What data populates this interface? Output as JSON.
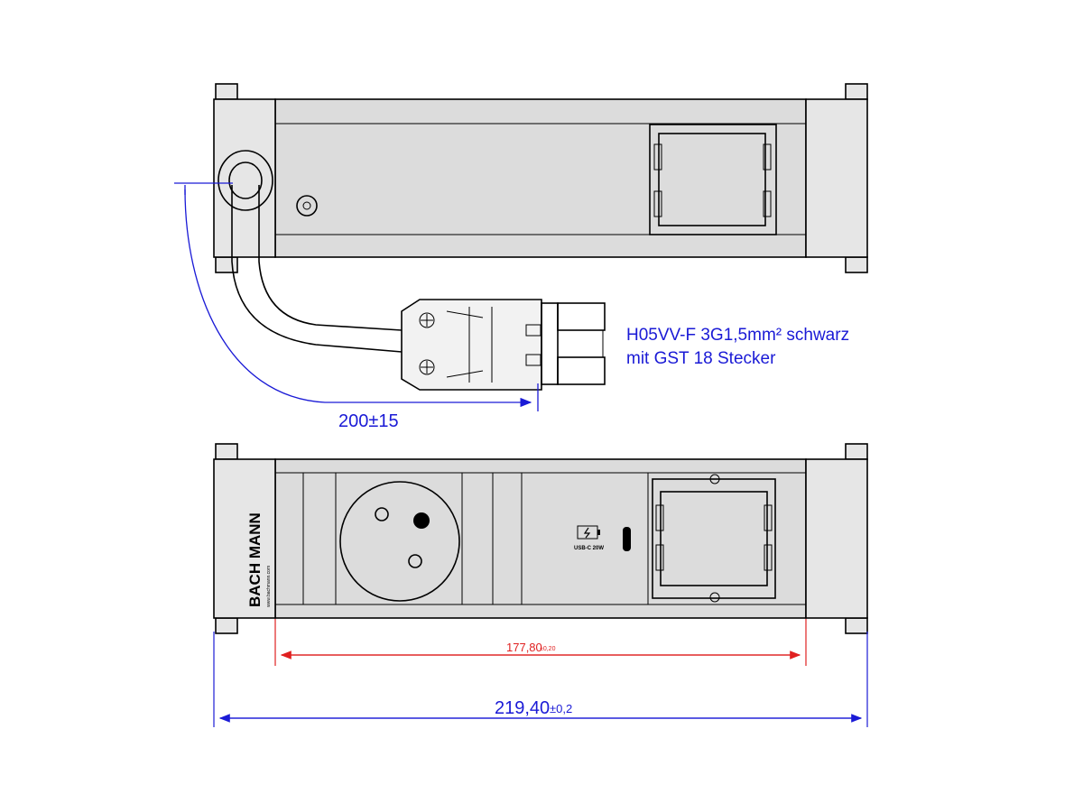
{
  "annotations": {
    "cable_spec_line1": "H05VV-F 3G1,5mm² schwarz",
    "cable_spec_line2": "mit GST 18 Stecker"
  },
  "dimensions": {
    "cable_length": "200±15",
    "inner_length_value": "177,80",
    "inner_length_tol": "±0,20",
    "overall_length_value": "219,40",
    "overall_length_tol": "±0,2"
  },
  "branding": {
    "logo_text": "BACH MANN",
    "logo_small": "www.bachmann.com"
  },
  "usb_label": "USB-C 20W",
  "colors": {
    "dimension_blue": "#1a1ad6",
    "dimension_red": "#e02020",
    "outline": "#000000",
    "body_fill": "#dcdcdc"
  }
}
